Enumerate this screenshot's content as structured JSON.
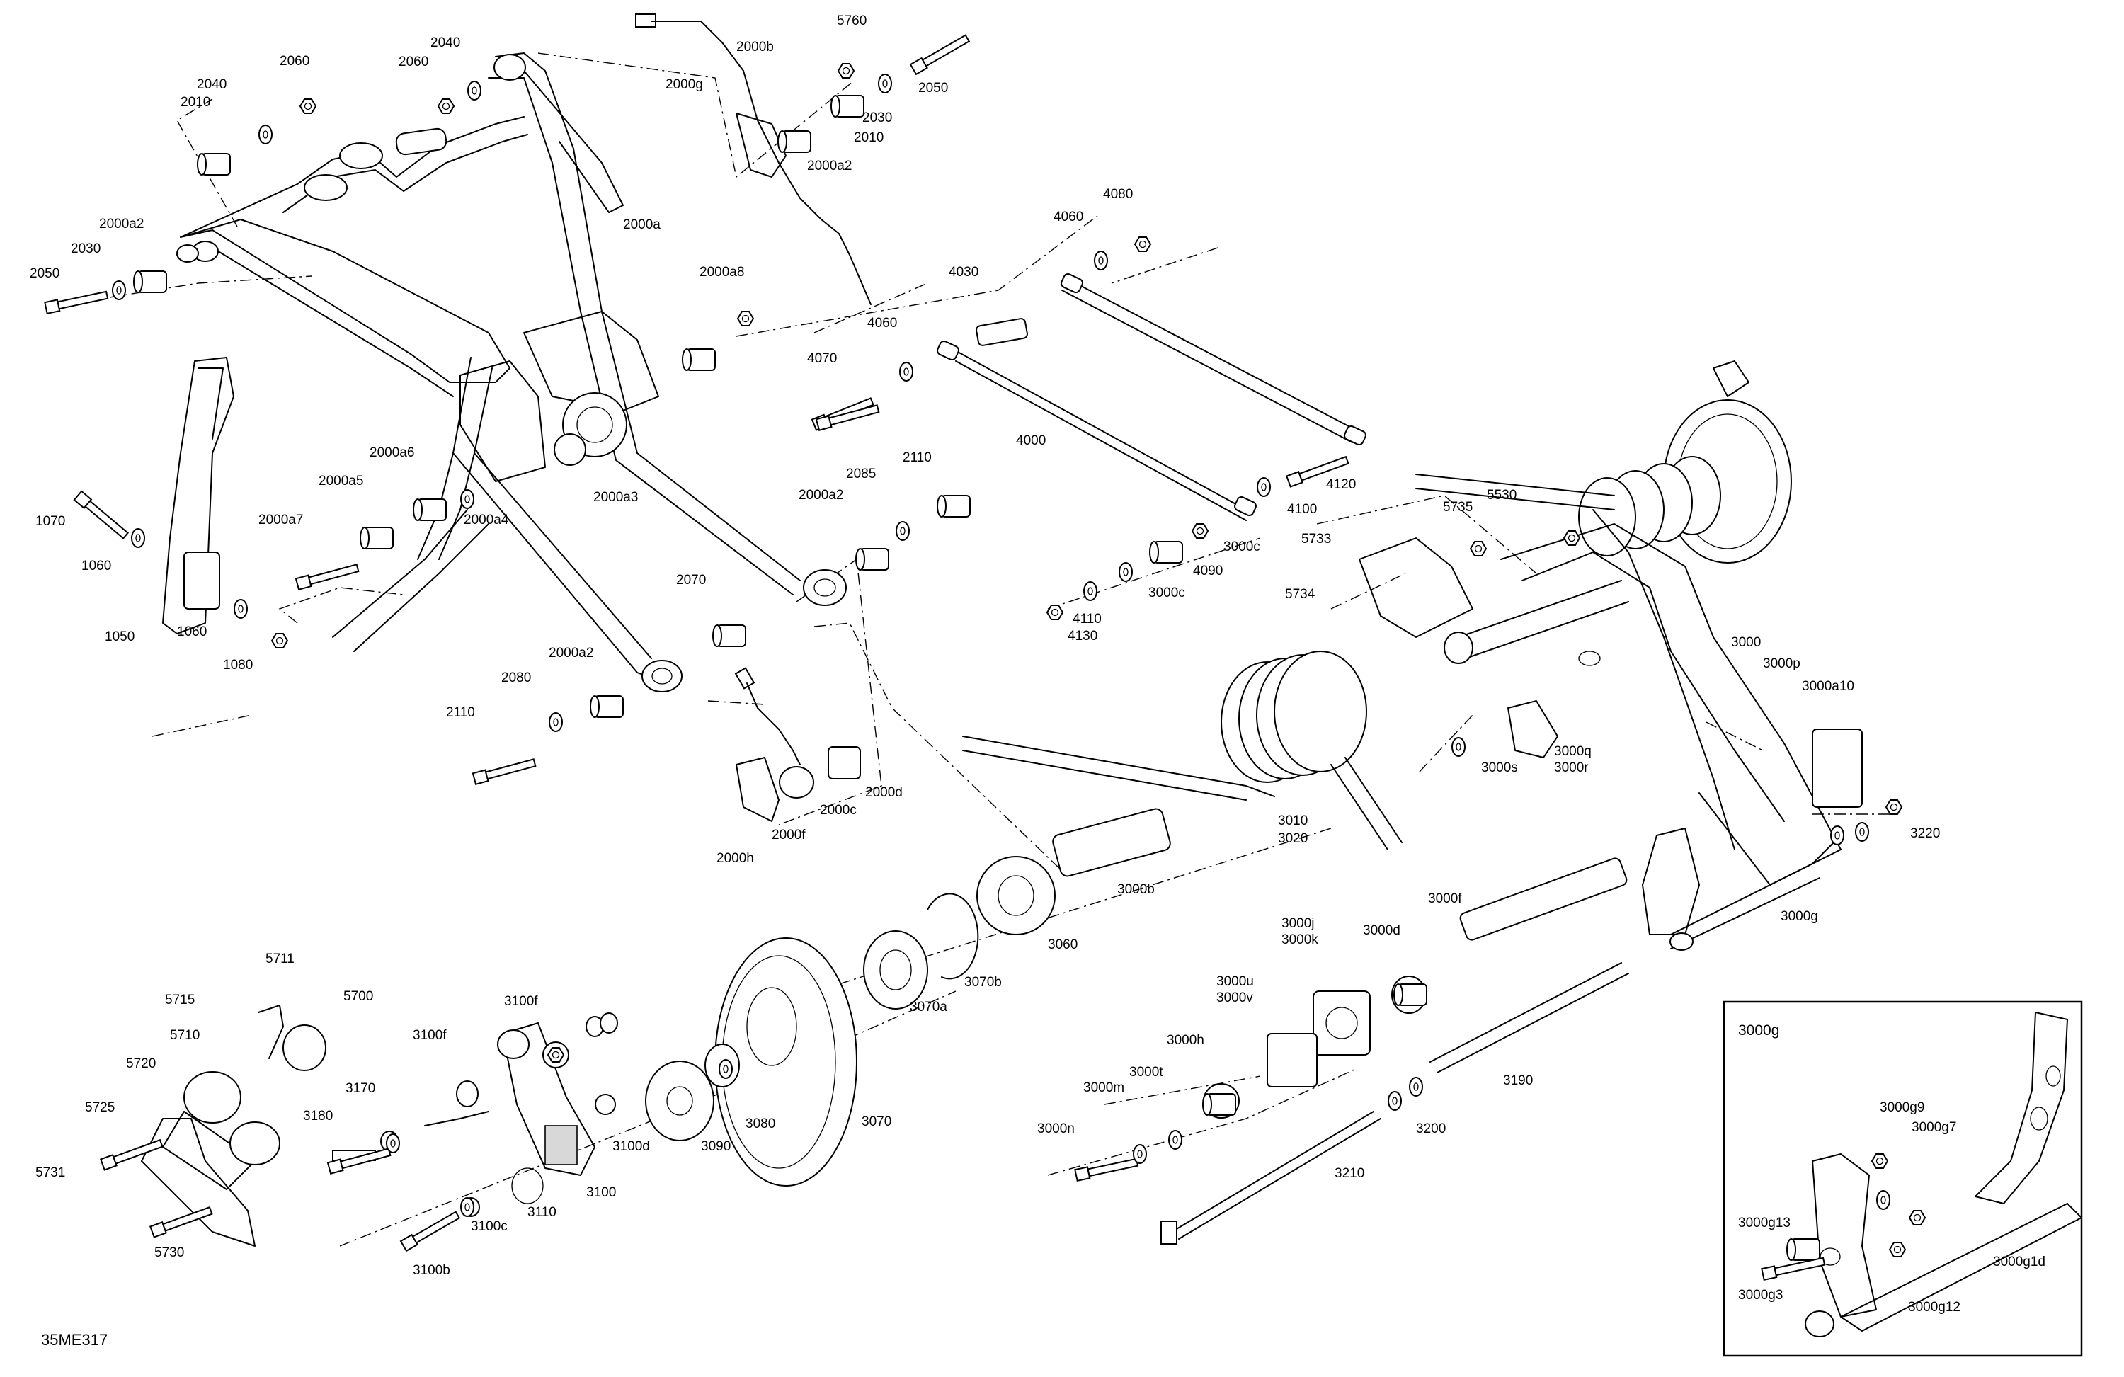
{
  "drawing_code": "35ME317",
  "detail_box": {
    "title": "3000g",
    "labels": [
      "3000g9",
      "3000g7",
      "3000g13",
      "3000g1d",
      "3000g3",
      "3000g12"
    ]
  },
  "labels": [
    "2060",
    "2040",
    "2060",
    "2040",
    "2010",
    "2000b",
    "5760",
    "2000g",
    "2050",
    "2010",
    "2030",
    "2000a2",
    "2000a",
    "2000a2",
    "2030",
    "2050",
    "2000a8",
    "4080",
    "4060",
    "4030",
    "4060",
    "4070",
    "4000",
    "4120",
    "4100",
    "2000a6",
    "2000a5",
    "2000a4",
    "2000a3",
    "2000a7",
    "1070",
    "1060",
    "1060",
    "1050",
    "1080",
    "2110",
    "2085",
    "2000a2",
    "2070",
    "5735",
    "5530",
    "5733",
    "3000c",
    "4090",
    "3000c",
    "5734",
    "4110",
    "4130",
    "3000",
    "3000p",
    "3000a10",
    "2080",
    "2000a2",
    "2110",
    "3000q",
    "3000r",
    "3000s",
    "2000d",
    "2000c",
    "2000f",
    "2000h",
    "3010",
    "3020",
    "3220",
    "3000b",
    "3060",
    "3000g",
    "3000f",
    "3070b",
    "3000j",
    "3000k",
    "3000d",
    "3070a",
    "5711",
    "5715",
    "5700",
    "3100f",
    "3100f",
    "3000u",
    "3000v",
    "5710",
    "5720",
    "3000h",
    "3070",
    "3080",
    "3190",
    "3170",
    "3180",
    "3000t",
    "3000m",
    "5725",
    "3090",
    "3100d",
    "3200",
    "3000n",
    "5731",
    "3100",
    "3210",
    "3110",
    "3100c",
    "5730",
    "3100b"
  ]
}
